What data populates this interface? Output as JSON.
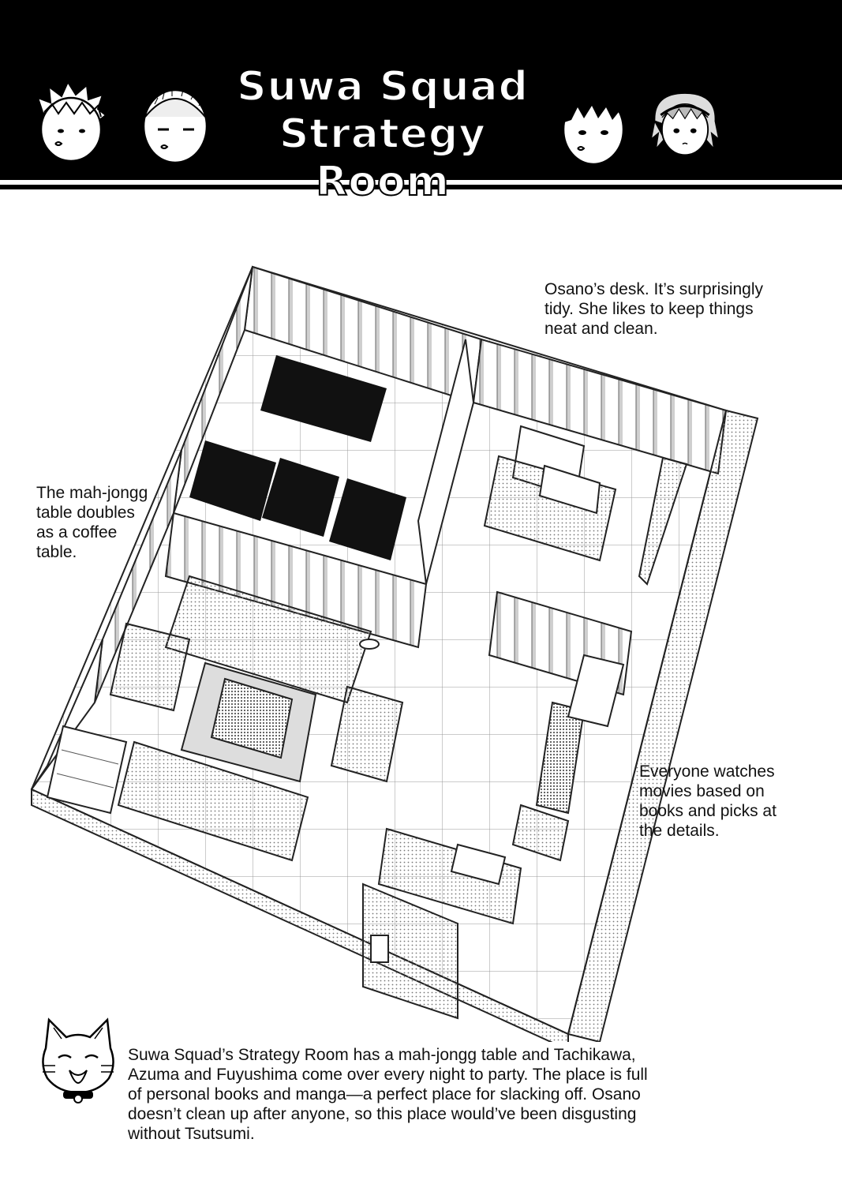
{
  "header": {
    "title_line1": "Suwa Squad",
    "title_line2": "Strategy Room",
    "background_color": "#000000",
    "title_color": "#ffffff",
    "portraits": [
      "spiky-hair-character-icon",
      "buzzcut-character-icon",
      "black-hair-character-icon",
      "hairband-girl-character-icon"
    ]
  },
  "notes": {
    "desk": {
      "line1": "Osano’s desk. It’s surprisingly",
      "line2": "tidy. She likes to keep things",
      "line3": "neat and clean."
    },
    "mahjongg": {
      "line1": "The mah-jongg",
      "line2": "table doubles",
      "line3": "as a coffee",
      "line4": "table."
    },
    "movies": {
      "line1": "Everyone watches",
      "line2": "movies based on",
      "line3": "books and picks at",
      "line4": "the details."
    }
  },
  "caption": {
    "line1": "Suwa Squad’s Strategy Room has a mah-jongg table and Tachikawa,",
    "line2": "Azuma and Fuyushima come over every night to party. The place is full",
    "line3": "of personal books and manga—a perfect place for slacking off. Osano",
    "line4": "doesn’t clean up after anyone, so this place would’ve been disgusting",
    "line5": "without Tsutsumi."
  },
  "illustration": {
    "room_icon": "isometric-room-illustration",
    "mascot_icon": "cat-mascot-icon"
  }
}
